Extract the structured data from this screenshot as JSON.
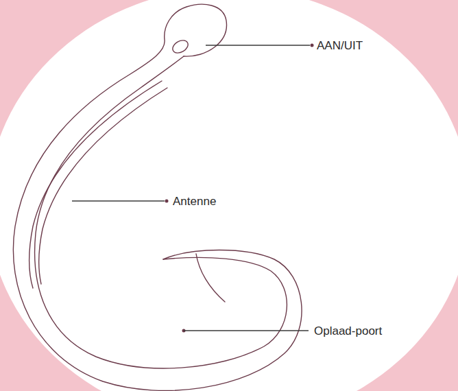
{
  "diagram": {
    "labels": [
      "AAN/UIT",
      "Antenne",
      "Oplaad-poort"
    ]
  }
}
